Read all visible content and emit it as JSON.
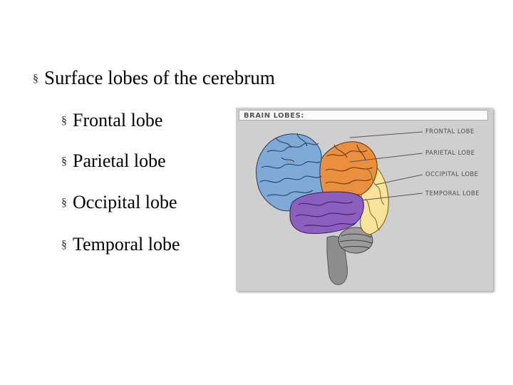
{
  "slide": {
    "bullets": [
      {
        "marker": "§",
        "text": "Surface lobes of the cerebrum"
      },
      {
        "marker": "§",
        "text": "Frontal lobe"
      },
      {
        "marker": "§",
        "text": "Parietal lobe"
      },
      {
        "marker": "§",
        "text": "Occipital lobe"
      },
      {
        "marker": "§",
        "text": "Temporal lobe"
      }
    ]
  },
  "figure": {
    "title": "BRAIN LOBES:",
    "labels": [
      "FRONTAL LOBE",
      "PARIETAL LOBE",
      "OCCIPITAL LOBE",
      "TEMPORAL LOBE"
    ]
  },
  "colors": {
    "frontal": "#7fa9d6",
    "parietal": "#e98f3e",
    "occipital": "#f7e49a",
    "temporal": "#8c5fbf",
    "cerebellum": "#9a9a9a",
    "brainstem": "#8d8d8d"
  }
}
